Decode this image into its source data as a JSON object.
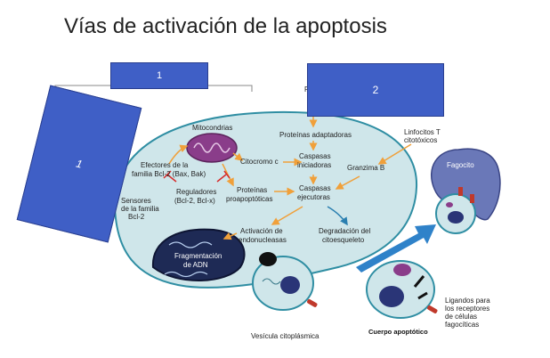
{
  "title": "Vías de activación de la apoptosis",
  "boxes": {
    "box1": "1",
    "box2": "2",
    "box3": "1"
  },
  "labels": {
    "mitocondrias": "Mitocondrias",
    "efectores_1": "Efectores de la",
    "efectores_2": "familia Bcl-2 (Bax, Bak)",
    "sensores_1": "Sensores",
    "sensores_2": "de la familia",
    "sensores_3": "Bcl-2",
    "reguladores_1": "Reguladores",
    "reguladores_2": "(Bcl-2, Bcl-x)",
    "citocromo": "Citocromo c",
    "proteinas_pro_1": "Proteínas",
    "proteinas_pro_2": "proapoptóticas",
    "proteinas_adapt": "Proteínas adaptadoras",
    "caspasas_ini_1": "Caspasas",
    "caspasas_ini_2": "iniciadoras",
    "caspasas_eje_1": "Caspasas",
    "caspasas_eje_2": "ejecutoras",
    "granzima": "Granzima B",
    "linfocitos_1": "Linfocitos T",
    "linfocitos_2": "citotóxicos",
    "activacion_1": "Activación de",
    "activacion_2": "endonucleasas",
    "degradacion_1": "Degradación del",
    "degradacion_2": "citoesqueleto",
    "fragmentacion_1": "Fragmentación",
    "fragmentacion_2": "de ADN",
    "fagocito": "Fagocito",
    "ligandos_1": "Ligandos para",
    "ligandos_2": "los receptores",
    "ligandos_3": "de células",
    "ligandos_4": "fagocíticas",
    "vesicula": "Vesícula citoplásmica",
    "cuerpo": "Cuerpo apoptótico",
    "partial_p": "P"
  },
  "colors": {
    "cell": "#cfe6ea",
    "cell_border": "#2f8ea3",
    "box": "#3f5fc6",
    "arrow": "#f0a03a",
    "inhibit": "#d62b2b",
    "mito": "#8a3d8a",
    "phagocyte": "#6a78b8"
  }
}
